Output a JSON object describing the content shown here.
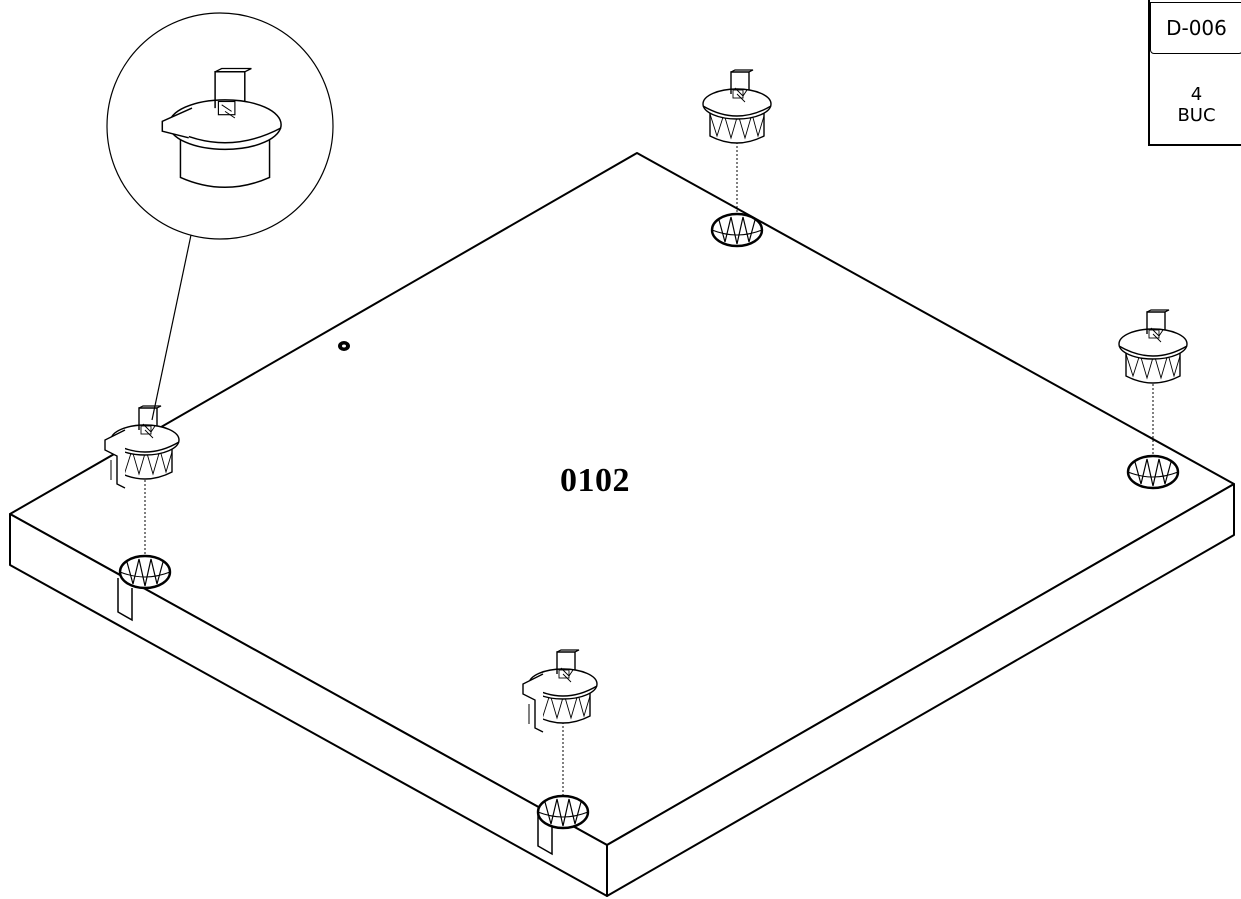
{
  "panel": {
    "part_number": "0102"
  },
  "hardware": {
    "code": "D-006",
    "quantity": "4",
    "unit": "BUC"
  },
  "colors": {
    "line": "#000000",
    "background": "#ffffff"
  },
  "icons": [
    "cam-lock-fitting-icon",
    "drilled-hole-icon",
    "detail-magnifier-icon"
  ]
}
